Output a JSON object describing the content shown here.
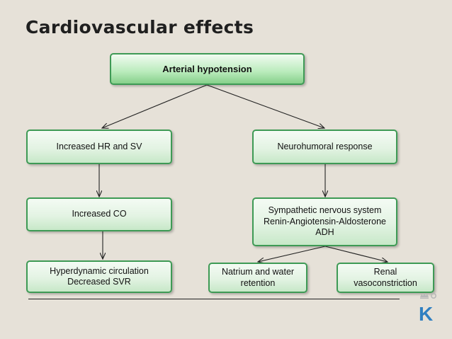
{
  "title": "Cardiovascular effects",
  "nodes": {
    "arterial_hypotension": "Arterial hypotension",
    "increased_hr_sv": "Increased HR and SV",
    "neurohumoral_response": "Neurohumoral response",
    "increased_co": "Increased CO",
    "sympathetic": "Sympathetic nervous system\nRenin-Angiotensin-Aldosterone\nADH",
    "hyperdynamic": "Hyperdynamic circulation\nDecreased SVR",
    "natrium_water": "Natrium and water\nretention",
    "renal_vaso": "Renal\nvasoconstriction"
  },
  "logo": {
    "letter": "K",
    "color": "#2f7fc1"
  }
}
